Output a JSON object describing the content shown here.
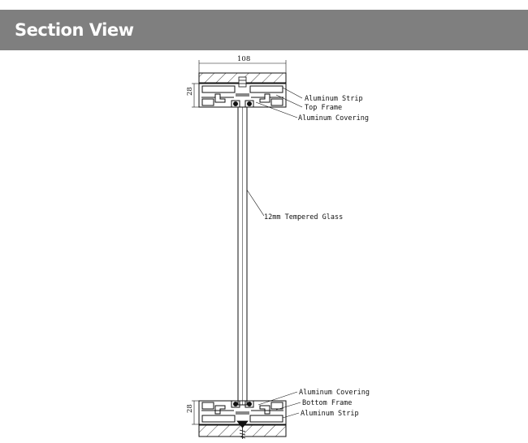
{
  "header": {
    "title": "Section View"
  },
  "dimensions": {
    "width": "108",
    "top_height": "28",
    "bottom_height": "28"
  },
  "labels": {
    "top_strip": "Aluminum Strip",
    "top_frame": "Top Frame",
    "top_covering": "Aluminum Covering",
    "glass": "12mm Tempered Glass",
    "bottom_covering": "Aluminum Covering",
    "bottom_frame": "Bottom Frame",
    "bottom_strip": "Aluminum Strip"
  },
  "colors": {
    "header_bg": "#7f7f7f",
    "header_text": "#ffffff",
    "line": "#111111"
  }
}
